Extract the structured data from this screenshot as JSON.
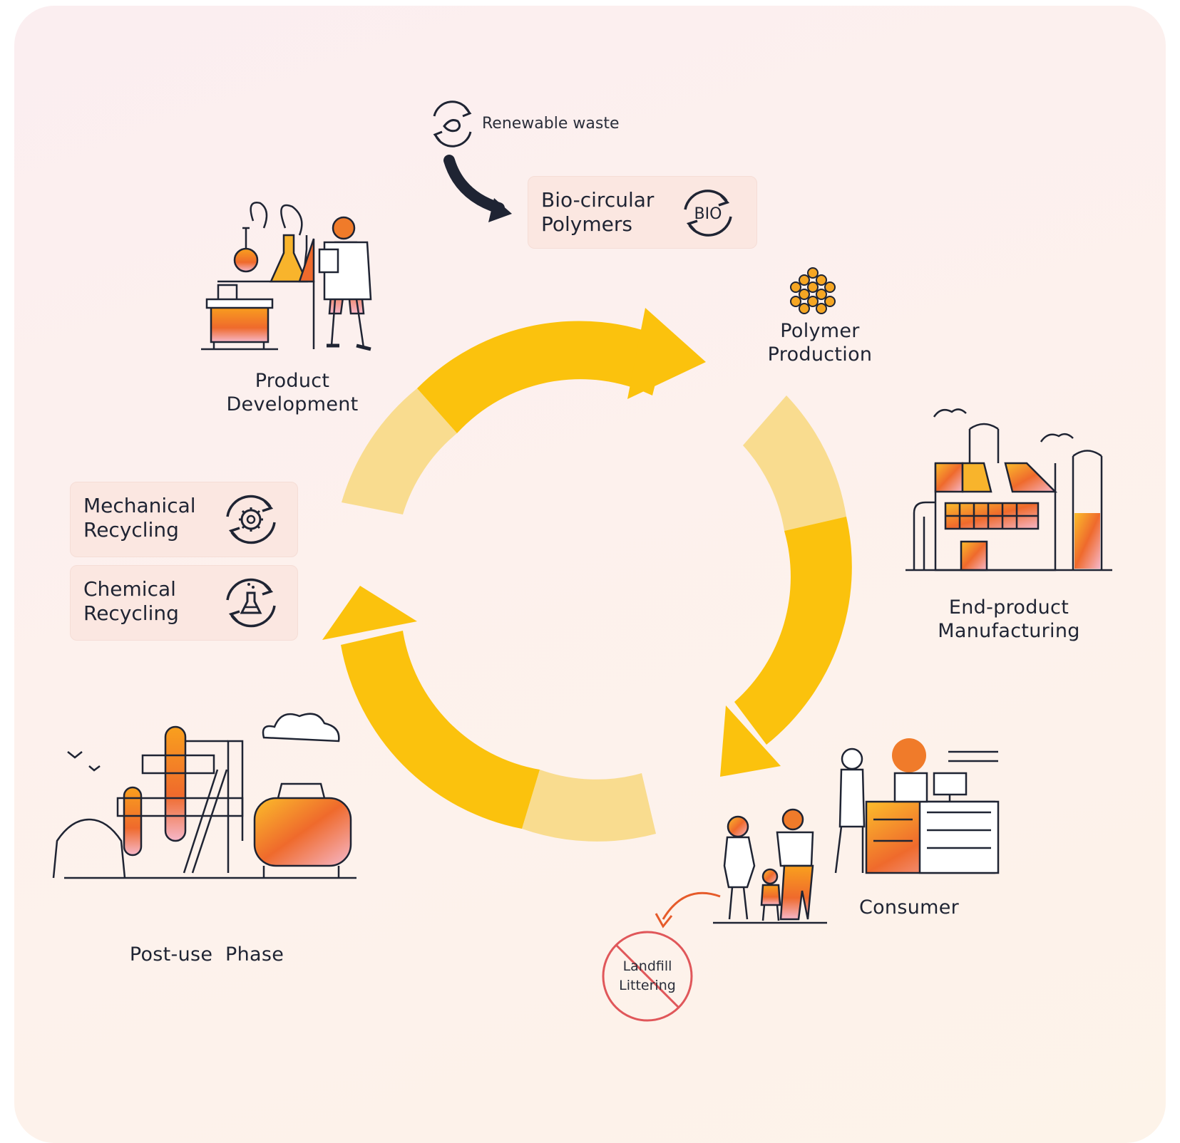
{
  "renewable": {
    "label": "Renewable waste",
    "icon": "hand-recycle-icon"
  },
  "bio_box": {
    "line1": "Bio-circular",
    "line2": "Polymers",
    "icon_text": "BIO"
  },
  "stages": {
    "polymer_production": {
      "line1": "Polymer",
      "line2": "Production"
    },
    "end_product": {
      "line1": "End-product",
      "line2": "Manufacturing"
    },
    "consumer": {
      "line1": "Consumer"
    },
    "post_use": {
      "line1": "Post-use  Phase"
    },
    "product_development": {
      "line1": "Product",
      "line2": "Development"
    }
  },
  "recycling": {
    "mechanical": {
      "line1": "Mechanical",
      "line2": "Recycling",
      "icon": "gear-recycle-icon"
    },
    "chemical": {
      "line1": "Chemical",
      "line2": "Recycling",
      "icon": "flask-recycle-icon"
    }
  },
  "forbidden": {
    "line1": "Landfill",
    "line2": "Littering"
  },
  "colors": {
    "arrow": "#fbc20d",
    "arrow_light": "#f9dc8f",
    "accent": "#f07b2a",
    "ink": "#1f2433",
    "no_sign": "#e0575a"
  }
}
